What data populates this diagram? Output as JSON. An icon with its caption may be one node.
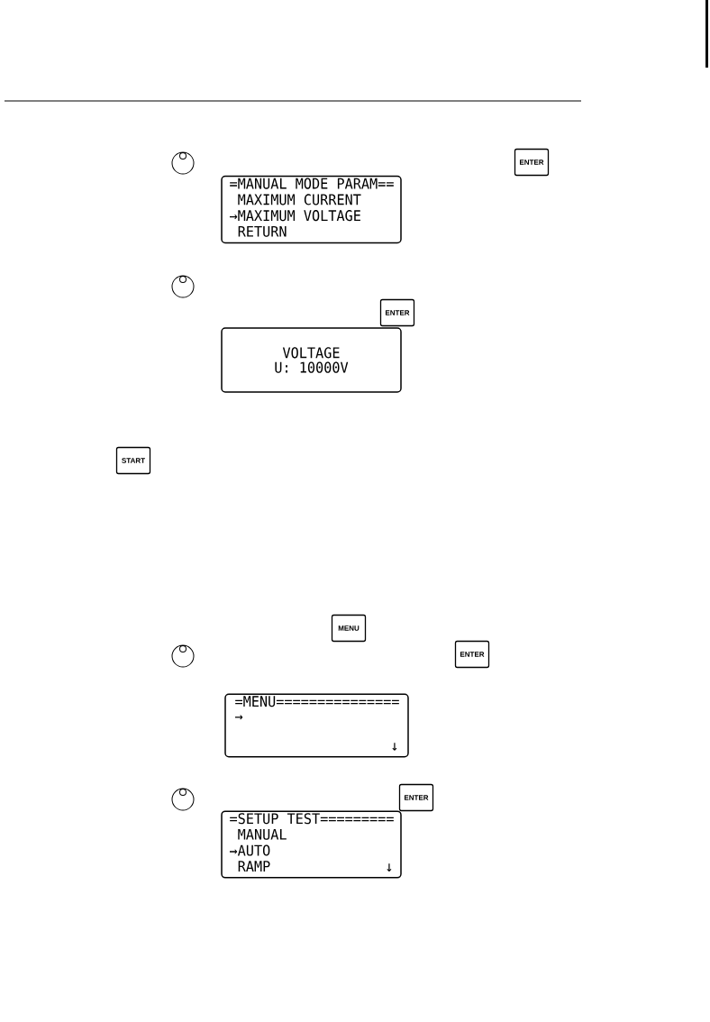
{
  "diagram": {
    "nodes": [
      {
        "text": [
          "ENTER"
        ]
      },
      {
        "text": [
          "=MANUAL MODE PARAM==",
          "MAXIMUM CURRENT",
          "→MAXIMUM VOLTAGE",
          "RETURN"
        ]
      },
      {
        "text": [
          "ENTER"
        ]
      },
      {
        "text": [
          "VOLTAGE",
          "U: 10000V"
        ]
      },
      {
        "text": [
          "START"
        ]
      },
      {
        "text": [
          "MENU"
        ]
      },
      {
        "text": [
          "ENTER"
        ]
      },
      {
        "text": [
          "=MENU===============",
          "→",
          "↓"
        ]
      },
      {
        "text": [
          "ENTER"
        ]
      },
      {
        "text": [
          "=SETUP TEST=========",
          "MANUAL",
          "→AUTO",
          "RAMP",
          "↓"
        ]
      }
    ]
  }
}
